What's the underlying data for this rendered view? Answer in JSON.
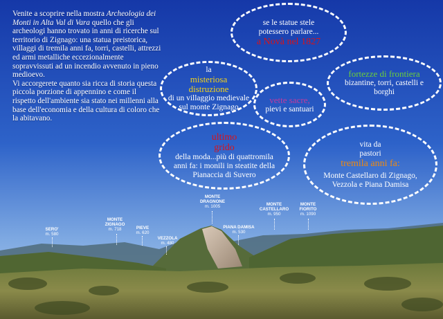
{
  "intro": {
    "line1": "Venite a scoprire nella mostra",
    "exhibition_title": "Archeologia dei Monti in Alta Val di Vara",
    "line2": "quello che gli archeologi hanno trovato in anni di ricerche sul territorio di Zignago: una statua preistorica, villaggi di tremila anni fa, torri, castelli, attrezzi ed armi metalliche eccezionalmente sopravvissuti ad un incendio avvenuto in pieno medioevo.",
    "line3": "Vi accorgerete quanto sia ricca di storia questa piccola porzione di appennino e come il rispetto dell'ambiente sia stato nei millenni alla base dell'economia e della cultura di coloro che la abitavano."
  },
  "bubbles": {
    "statue": {
      "text": "se le statue stele potessero parlare...",
      "highlight": "a Novà nel 1827"
    },
    "distruzione": {
      "pre": "la",
      "highlight": "misteriosa distruzione",
      "text": "di un villaggio medievale sul monte Zignago"
    },
    "vette": {
      "highlight": "vette sacre,",
      "text": "pievi e santuari"
    },
    "fortezze": {
      "highlight": "fortezze di frontiera",
      "text": "bizantine, torri, castelli e borghi"
    },
    "grido": {
      "highlight": "ultimo grido",
      "text": "della moda...più di quattromila anni fa: i monili in steatite della Pianaccia di Suvero"
    },
    "pastori": {
      "pre": "vita da pastori",
      "highlight": "tremila anni fa:",
      "text": "Monte Castellaro di Zignago, Vezzola e Piana Damisa"
    }
  },
  "peaks": [
    {
      "name": "SERO'",
      "alt": "m. 580"
    },
    {
      "name": "MONTE ZIGNAGO",
      "alt": "m. 718"
    },
    {
      "name": "PIEVE",
      "alt": "m. 620"
    },
    {
      "name": "VEZZOLA",
      "alt": "m. 480"
    },
    {
      "name": "MONTE DRAGNONE",
      "alt": "m. 1005"
    },
    {
      "name": "PIANA DAMISA",
      "alt": "m. 530"
    },
    {
      "name": "MONTE CASTELLARO",
      "alt": "m. 950"
    },
    {
      "name": "MONTE FIORITO",
      "alt": "m. 1090"
    }
  ],
  "colors": {
    "sky_top": "#1a3fb0",
    "sky_bottom": "#8fb6e8",
    "red": "#d8121a",
    "green": "#6ccf3a",
    "yellow": "#f3d21a",
    "orange": "#f08a10",
    "magenta": "#c23a9e"
  }
}
